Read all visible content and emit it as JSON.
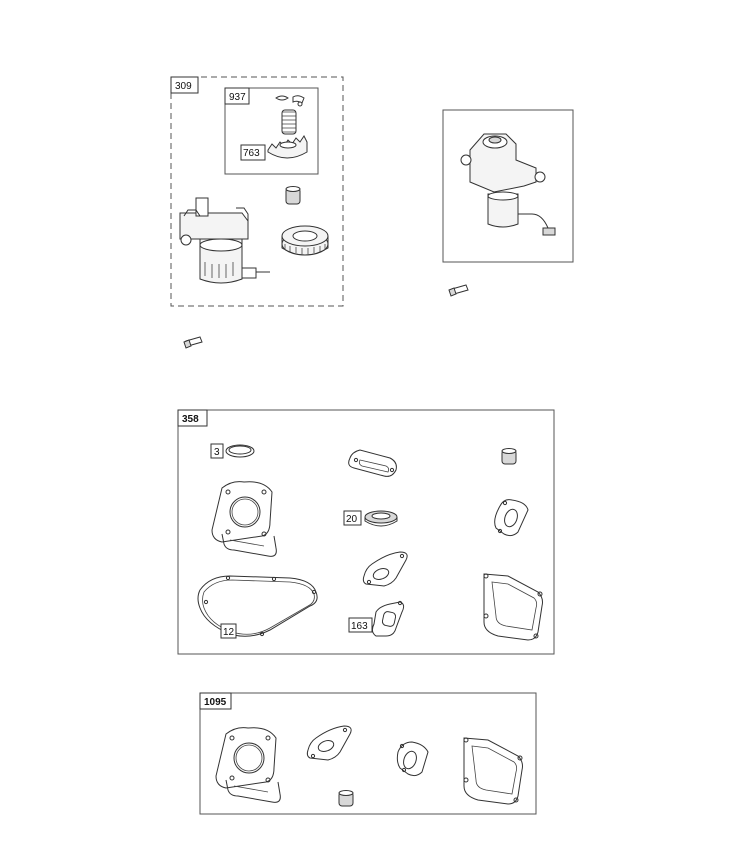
{
  "kits": {
    "starter_kit": {
      "number": "309"
    },
    "drive_kit": {
      "number": "937"
    },
    "gear": {
      "number": "763"
    },
    "engine_gasket_set": {
      "number": "358"
    },
    "valve_gasket_set": {
      "number": "1095"
    }
  },
  "callouts": {
    "o_ring": "3",
    "oil_seal": "20",
    "crankcase_gasket": "12",
    "intake_gasket": "163"
  }
}
